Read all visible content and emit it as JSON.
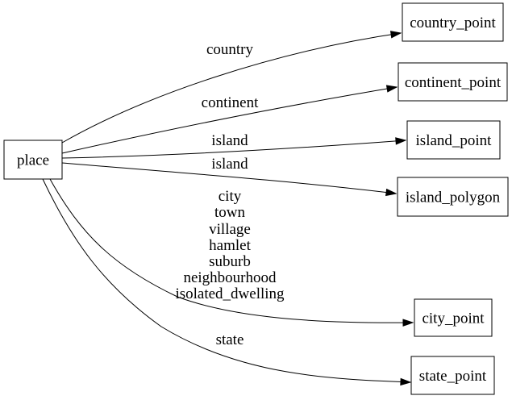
{
  "diagram": {
    "type": "directed-graph",
    "colors": {
      "background": "#ffffff",
      "node_fill": "#ffffff",
      "node_border": "#000000",
      "edge": "#000000",
      "text": "#000000"
    },
    "nodes": [
      {
        "id": "place",
        "label": "place"
      },
      {
        "id": "country_point",
        "label": "country_point"
      },
      {
        "id": "continent_point",
        "label": "continent_point"
      },
      {
        "id": "island_point",
        "label": "island_point"
      },
      {
        "id": "island_polygon",
        "label": "island_polygon"
      },
      {
        "id": "city_point",
        "label": "city_point"
      },
      {
        "id": "state_point",
        "label": "state_point"
      }
    ],
    "edges": [
      {
        "from": "place",
        "to": "country_point",
        "label": "country"
      },
      {
        "from": "place",
        "to": "continent_point",
        "label": "continent"
      },
      {
        "from": "place",
        "to": "island_point",
        "label": "island"
      },
      {
        "from": "place",
        "to": "island_polygon",
        "label": "island"
      },
      {
        "from": "place",
        "to": "city_point",
        "label_lines": [
          "city",
          "town",
          "village",
          "hamlet",
          "suburb",
          "neighbourhood",
          "isolated_dwelling"
        ],
        "label_lines_joined": "city town village hamlet suburb neighbourhood isolated_dwelling"
      },
      {
        "from": "place",
        "to": "state_point",
        "label": "state"
      }
    ]
  }
}
